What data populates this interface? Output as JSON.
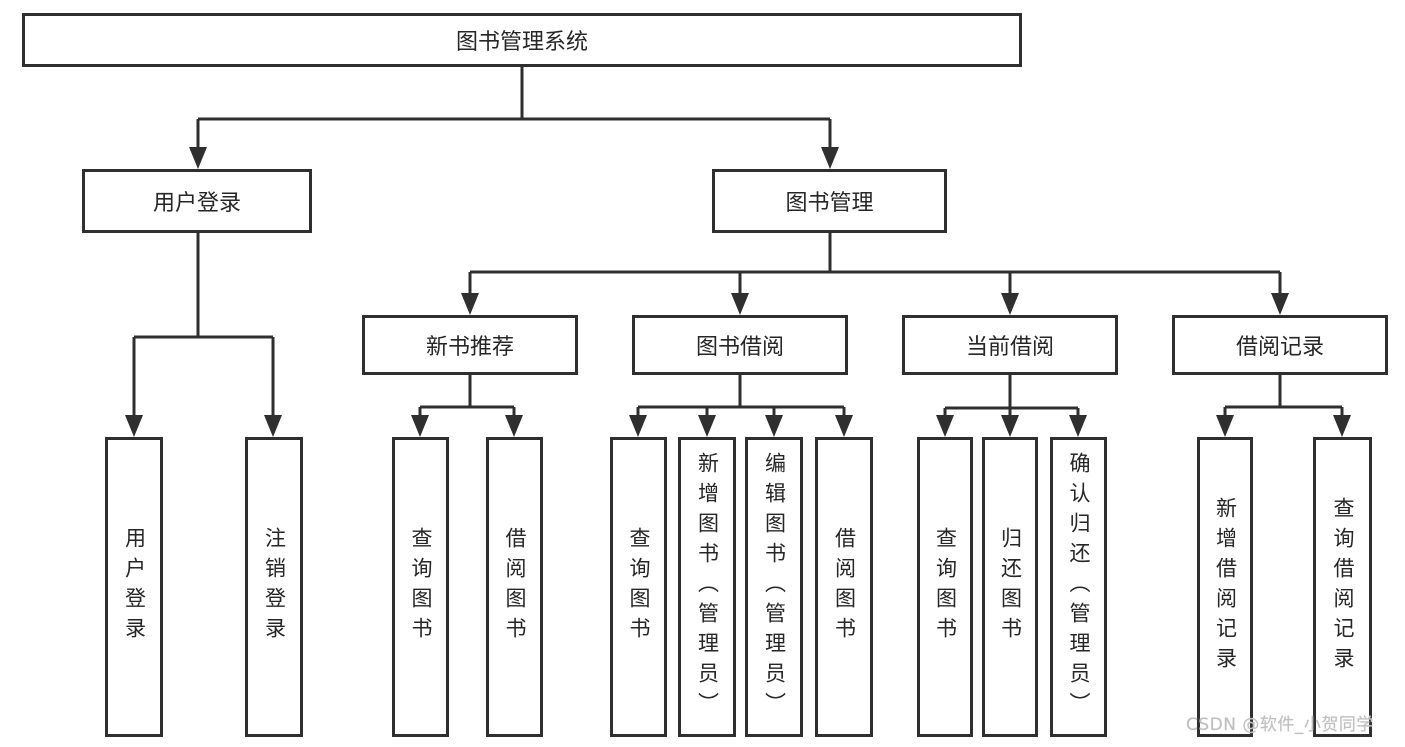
{
  "nodes": {
    "root": {
      "label": "图书管理系统"
    },
    "user_login": {
      "label": "用户登录",
      "children": [
        {
          "label": "用户登录"
        },
        {
          "label": "注销登录"
        }
      ]
    },
    "book_management": {
      "label": "图书管理",
      "children": [
        {
          "label": "新书推荐",
          "children": [
            {
              "label": "查询图书"
            },
            {
              "label": "借阅图书"
            }
          ]
        },
        {
          "label": "图书借阅",
          "children": [
            {
              "label": "查询图书"
            },
            {
              "label": "新增图书（管理员）"
            },
            {
              "label": "编辑图书（管理员）"
            },
            {
              "label": "借阅图书"
            }
          ]
        },
        {
          "label": "当前借阅",
          "children": [
            {
              "label": "查询图书"
            },
            {
              "label": "归还图书"
            },
            {
              "label": "确认归还（管理员）"
            }
          ]
        },
        {
          "label": "借阅记录",
          "children": [
            {
              "label": "新增借阅记录"
            },
            {
              "label": "查询借阅记录"
            }
          ]
        }
      ]
    }
  },
  "watermark": {
    "text": "CSDN @软件_小贺同学",
    "color": "#bfbfbf"
  },
  "colors": {
    "line": "#2f2f2f",
    "box_border": "#2f2f2f",
    "box_background": "#ffffff",
    "text": "#262626",
    "page_background": "#ffffff"
  }
}
